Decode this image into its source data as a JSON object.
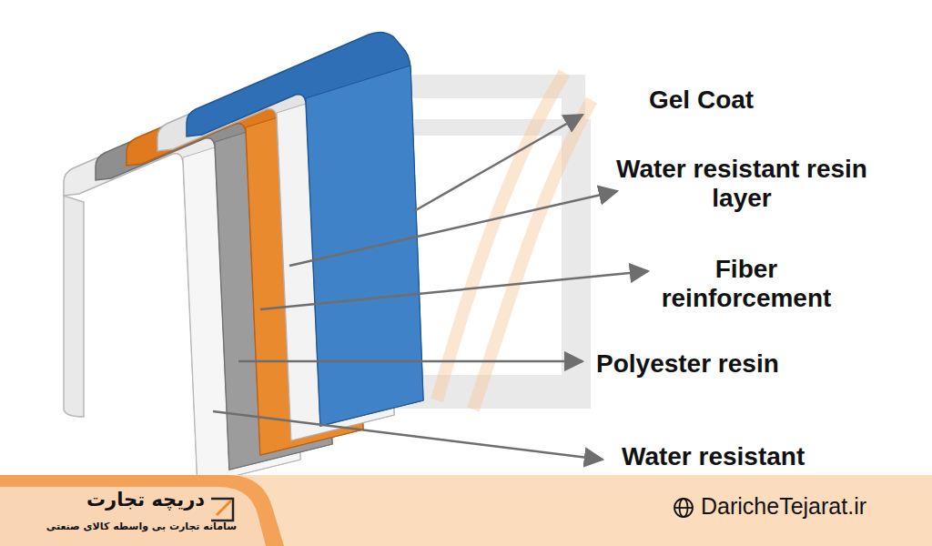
{
  "diagram": {
    "labels": [
      "Gel Coat",
      "Water resistant resin layer",
      "Fiber reinforcement",
      "Polyester resin",
      "Water resistant",
      "دریچه تجارت",
      "سامانه تجارت بی واسطه کالای صنعتی",
      "DaricheTejarat.ir"
    ]
  }
}
